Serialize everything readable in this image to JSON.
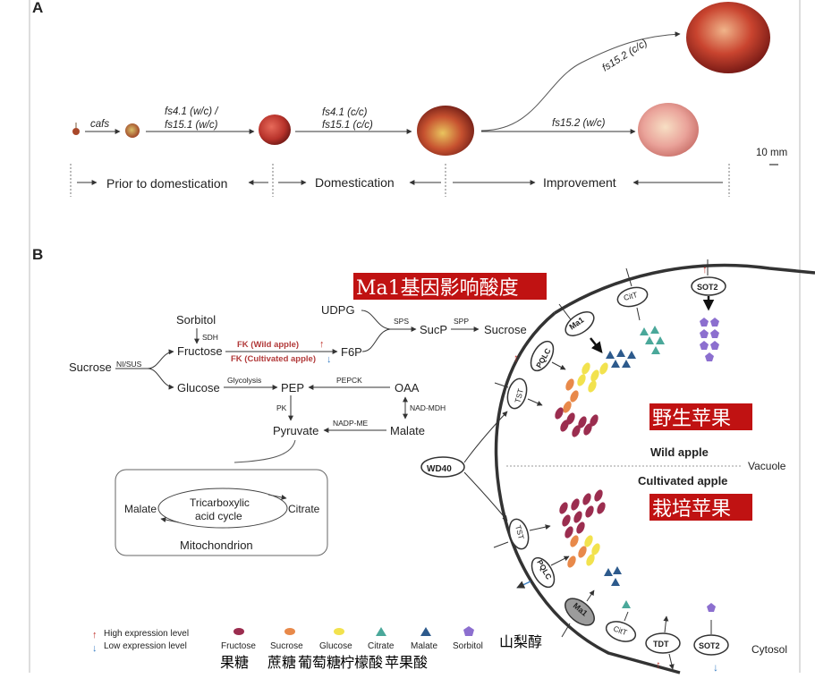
{
  "panel_a": {
    "label": "A",
    "steps": [
      {
        "genes": [
          "cafs",
          ""
        ]
      },
      {
        "genes": [
          "fs4.1 (w/c) /",
          "fs15.1 (w/c)"
        ]
      },
      {
        "genes": [
          "fs4.1 (c/c)",
          "fs15.1 (c/c)"
        ]
      }
    ],
    "branch_up": "fs15.2 (c/c)",
    "branch_down": "fs15.2 (w/c)",
    "scale_label": "10 mm",
    "stages": [
      "Prior to domestication",
      "Domestication",
      "Improvement"
    ]
  },
  "panel_b": {
    "label": "B",
    "overlay_title": "Ma1基因影响酸度",
    "metabolites": {
      "sorbitol": "Sorbitol",
      "sdh": "SDH",
      "fructose": "Fructose",
      "sucrose_left": "Sucrose",
      "ni_sus": "NI/SUS",
      "glucose": "Glucose",
      "fk_wild": "FK (Wild apple)",
      "fk_cult": "FK (Cultivated apple)",
      "f6p": "F6P",
      "udpg": "UDPG",
      "sps": "SPS",
      "sucp": "SucP",
      "spp": "SPP",
      "sucrose_right": "Sucrose",
      "glycolysis": "Glycolysis",
      "pep": "PEP",
      "pepck": "PEPCK",
      "oaa": "OAA",
      "pk": "PK",
      "nad_mdh": "NAD-MDH",
      "pyruvate": "Pyruvate",
      "nadp_me": "NADP-ME",
      "malate": "Malate",
      "tca_malate": "Malate",
      "tca_title1": "Tricarboxylic",
      "tca_title2": "acid cycle",
      "tca_citrate": "Citrate",
      "mitochondrion": "Mitochondrion"
    },
    "transporters": {
      "ma1_top": "Ma1",
      "citt_top": "CitT",
      "sot2_top": "SOT2",
      "pqlc_top": "PQLC",
      "tst_top": "TST",
      "wd40": "WD40",
      "tst_bottom": "TST",
      "pqlc_bottom": "PQLC",
      "ma1_bottom": "Ma1",
      "citt_bottom": "CitT",
      "tdt": "TDT",
      "sot2_bottom": "SOT2"
    },
    "cell": {
      "wild_apple": "Wild apple",
      "cultivated_apple": "Cultivated apple",
      "vacuole": "Vacuole",
      "cytosol": "Cytosol",
      "wild_cn": "野生苹果",
      "cultivated_cn": "栽培苹果"
    },
    "legend": {
      "high": "High expression level",
      "low": "Low expression level",
      "items": [
        {
          "label": "Fructose",
          "cn": "果糖",
          "color": "#9b2d4f"
        },
        {
          "label": "Sucrose",
          "cn": "蔗糖",
          "color": "#e8894a"
        },
        {
          "label": "Glucose",
          "cn": "葡萄糖",
          "color": "#f2e24e"
        },
        {
          "label": "Citrate",
          "cn": "柠檬酸",
          "color": "#4aa89a"
        },
        {
          "label": "Malate",
          "cn": "苹果酸",
          "color": "#2d5a8c"
        },
        {
          "label": "Sorbitol",
          "cn": "山梨醇",
          "color": "#8c6fcf"
        }
      ]
    },
    "colors": {
      "red": "#c0302a",
      "overlay_bg": "#c01212",
      "blue": "#3a7fc4"
    }
  }
}
